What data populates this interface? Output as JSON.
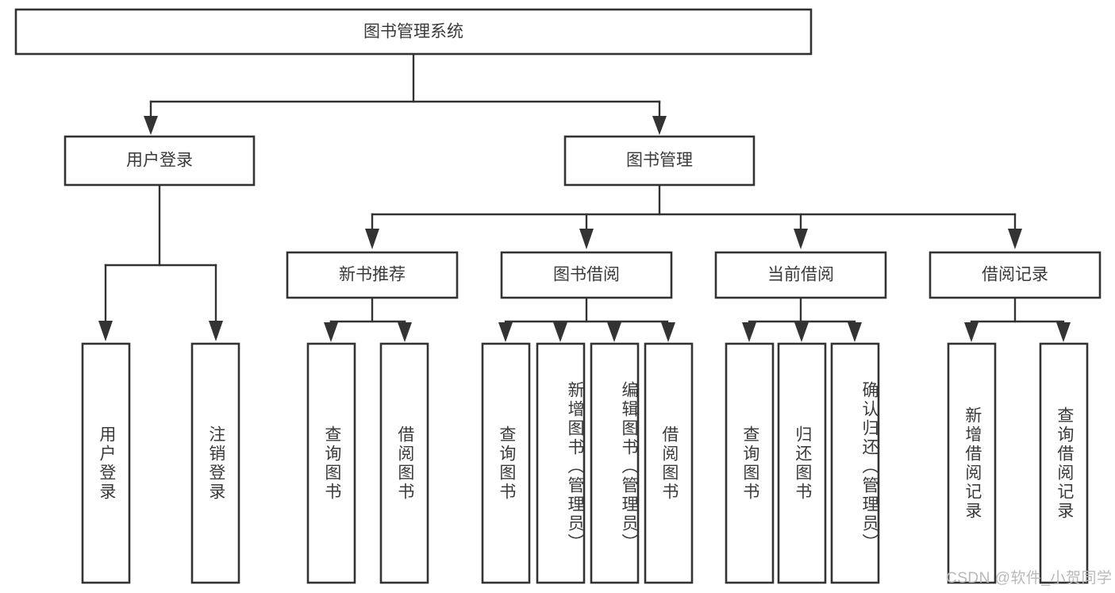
{
  "diagram": {
    "title": "图书管理系统",
    "type": "tree-hierarchy",
    "watermark": "CSDN @软件_小贺同学",
    "colors": {
      "background": "#ffffff",
      "box_border": "#333333",
      "box_fill": "#ffffff",
      "text": "#3a3a3a",
      "connector": "#333333",
      "watermark": "#b9b9b9"
    },
    "root": {
      "label": "图书管理系统",
      "orientation": "horizontal"
    },
    "level2": [
      {
        "label": "用户登录",
        "orientation": "horizontal"
      },
      {
        "label": "图书管理",
        "orientation": "horizontal"
      }
    ],
    "level3": [
      {
        "label": "新书推荐",
        "orientation": "horizontal"
      },
      {
        "label": "图书借阅",
        "orientation": "horizontal"
      },
      {
        "label": "当前借阅",
        "orientation": "horizontal"
      },
      {
        "label": "借阅记录",
        "orientation": "horizontal"
      }
    ],
    "leaves": {
      "user_login": [
        {
          "label": "用户登录",
          "orientation": "vertical"
        },
        {
          "label": "注销登录",
          "orientation": "vertical"
        }
      ],
      "new_book_recommend": [
        {
          "label": "查询图书",
          "orientation": "vertical"
        },
        {
          "label": "借阅图书",
          "orientation": "vertical"
        }
      ],
      "book_borrow": [
        {
          "label": "查询图书",
          "orientation": "vertical"
        },
        {
          "label": "新增图书（管理员）",
          "orientation": "vertical"
        },
        {
          "label": "编辑图书（管理员）",
          "orientation": "vertical"
        },
        {
          "label": "借阅图书",
          "orientation": "vertical"
        }
      ],
      "current_borrow": [
        {
          "label": "查询图书",
          "orientation": "vertical"
        },
        {
          "label": "归还图书",
          "orientation": "vertical"
        },
        {
          "label": "确认归还（管理员）",
          "orientation": "vertical"
        }
      ],
      "borrow_record": [
        {
          "label": "新增借阅记录",
          "orientation": "vertical"
        },
        {
          "label": "查询借阅记录",
          "orientation": "vertical"
        }
      ]
    }
  }
}
